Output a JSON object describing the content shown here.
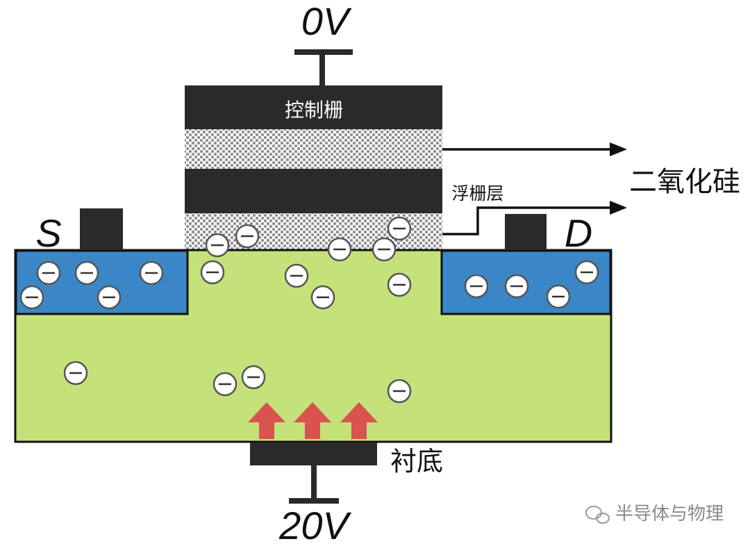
{
  "labels": {
    "gate_voltage": "0V",
    "substrate_voltage": "20V",
    "control_gate": "控制栅",
    "floating_gate": "浮栅层",
    "oxide": "二氧化硅",
    "substrate": "衬底",
    "source": "S",
    "drain": "D",
    "watermark": "半导体与物理"
  },
  "colors": {
    "substrate": "#c5e17a",
    "n_region": "#3b86c6",
    "gate_metal": "#2a2a2a",
    "oxide_dots": "#9a9a9a",
    "arrow": "#d9534f",
    "electron_fill": "#ffffff"
  },
  "electron_symbol": "−",
  "arrow_icon": "up-arrow-icon"
}
